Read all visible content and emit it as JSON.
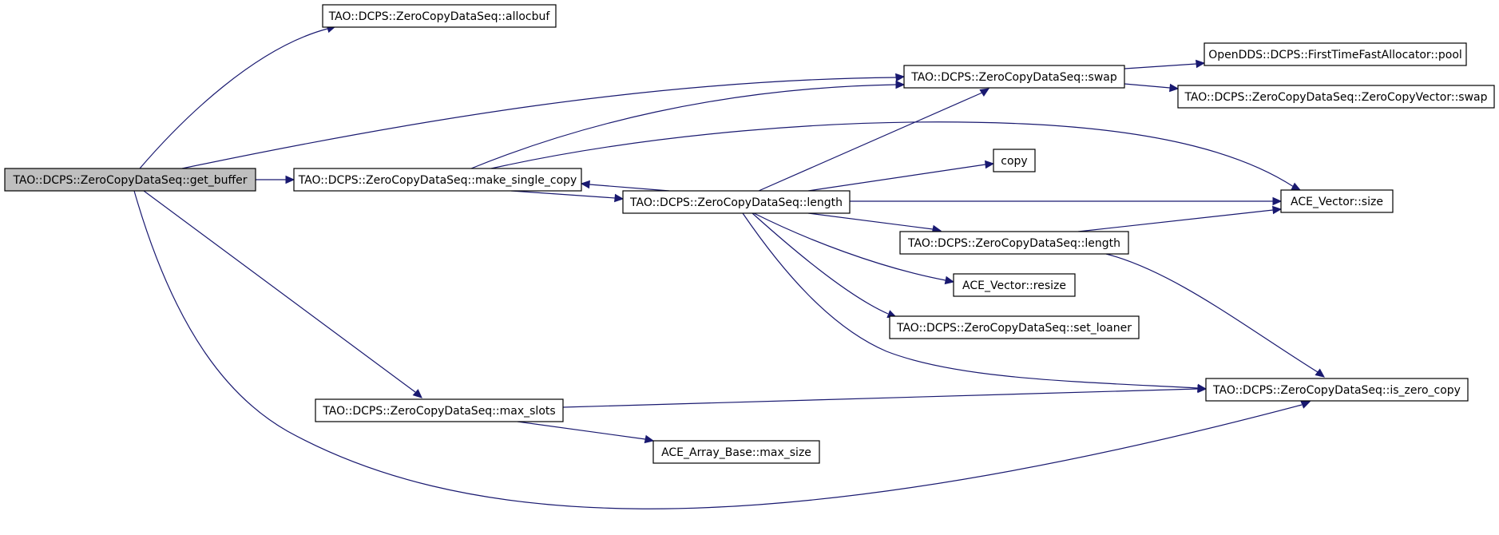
{
  "graph": {
    "type": "call-graph",
    "colors": {
      "edge": "#191970",
      "node_border": "#000000",
      "root_fill": "#bfbfbf",
      "node_fill": "#ffffff"
    },
    "nodes": [
      {
        "id": "get_buffer",
        "label": "TAO::DCPS::ZeroCopyDataSeq::get_buffer",
        "root": true
      },
      {
        "id": "allocbuf",
        "label": "TAO::DCPS::ZeroCopyDataSeq::allocbuf"
      },
      {
        "id": "swap",
        "label": "TAO::DCPS::ZeroCopyDataSeq::swap"
      },
      {
        "id": "pool",
        "label": "OpenDDS::DCPS::FirstTimeFastAllocator::pool"
      },
      {
        "id": "zcv_swap",
        "label": "TAO::DCPS::ZeroCopyDataSeq::ZeroCopyVector::swap"
      },
      {
        "id": "make_single_copy",
        "label": "TAO::DCPS::ZeroCopyDataSeq::make_single_copy"
      },
      {
        "id": "copy",
        "label": "copy"
      },
      {
        "id": "length1",
        "label": "TAO::DCPS::ZeroCopyDataSeq::length"
      },
      {
        "id": "ace_size",
        "label": "ACE_Vector::size"
      },
      {
        "id": "length2",
        "label": "TAO::DCPS::ZeroCopyDataSeq::length"
      },
      {
        "id": "resize",
        "label": "ACE_Vector::resize"
      },
      {
        "id": "set_loaner",
        "label": "TAO::DCPS::ZeroCopyDataSeq::set_loaner"
      },
      {
        "id": "is_zero_copy",
        "label": "TAO::DCPS::ZeroCopyDataSeq::is_zero_copy"
      },
      {
        "id": "max_slots",
        "label": "TAO::DCPS::ZeroCopyDataSeq::max_slots"
      },
      {
        "id": "max_size",
        "label": "ACE_Array_Base::max_size"
      }
    ],
    "edges": [
      {
        "from": "get_buffer",
        "to": "allocbuf"
      },
      {
        "from": "get_buffer",
        "to": "swap"
      },
      {
        "from": "get_buffer",
        "to": "make_single_copy"
      },
      {
        "from": "get_buffer",
        "to": "max_slots"
      },
      {
        "from": "get_buffer",
        "to": "is_zero_copy"
      },
      {
        "from": "swap",
        "to": "pool"
      },
      {
        "from": "swap",
        "to": "zcv_swap"
      },
      {
        "from": "make_single_copy",
        "to": "swap"
      },
      {
        "from": "make_single_copy",
        "to": "ace_size"
      },
      {
        "from": "make_single_copy",
        "to": "length1"
      },
      {
        "from": "length1",
        "to": "make_single_copy"
      },
      {
        "from": "length1",
        "to": "swap"
      },
      {
        "from": "length1",
        "to": "copy"
      },
      {
        "from": "length1",
        "to": "ace_size"
      },
      {
        "from": "length1",
        "to": "length2"
      },
      {
        "from": "length1",
        "to": "resize"
      },
      {
        "from": "length1",
        "to": "set_loaner"
      },
      {
        "from": "length1",
        "to": "is_zero_copy"
      },
      {
        "from": "length2",
        "to": "ace_size"
      },
      {
        "from": "length2",
        "to": "is_zero_copy"
      },
      {
        "from": "max_slots",
        "to": "is_zero_copy"
      },
      {
        "from": "max_slots",
        "to": "max_size"
      }
    ]
  }
}
